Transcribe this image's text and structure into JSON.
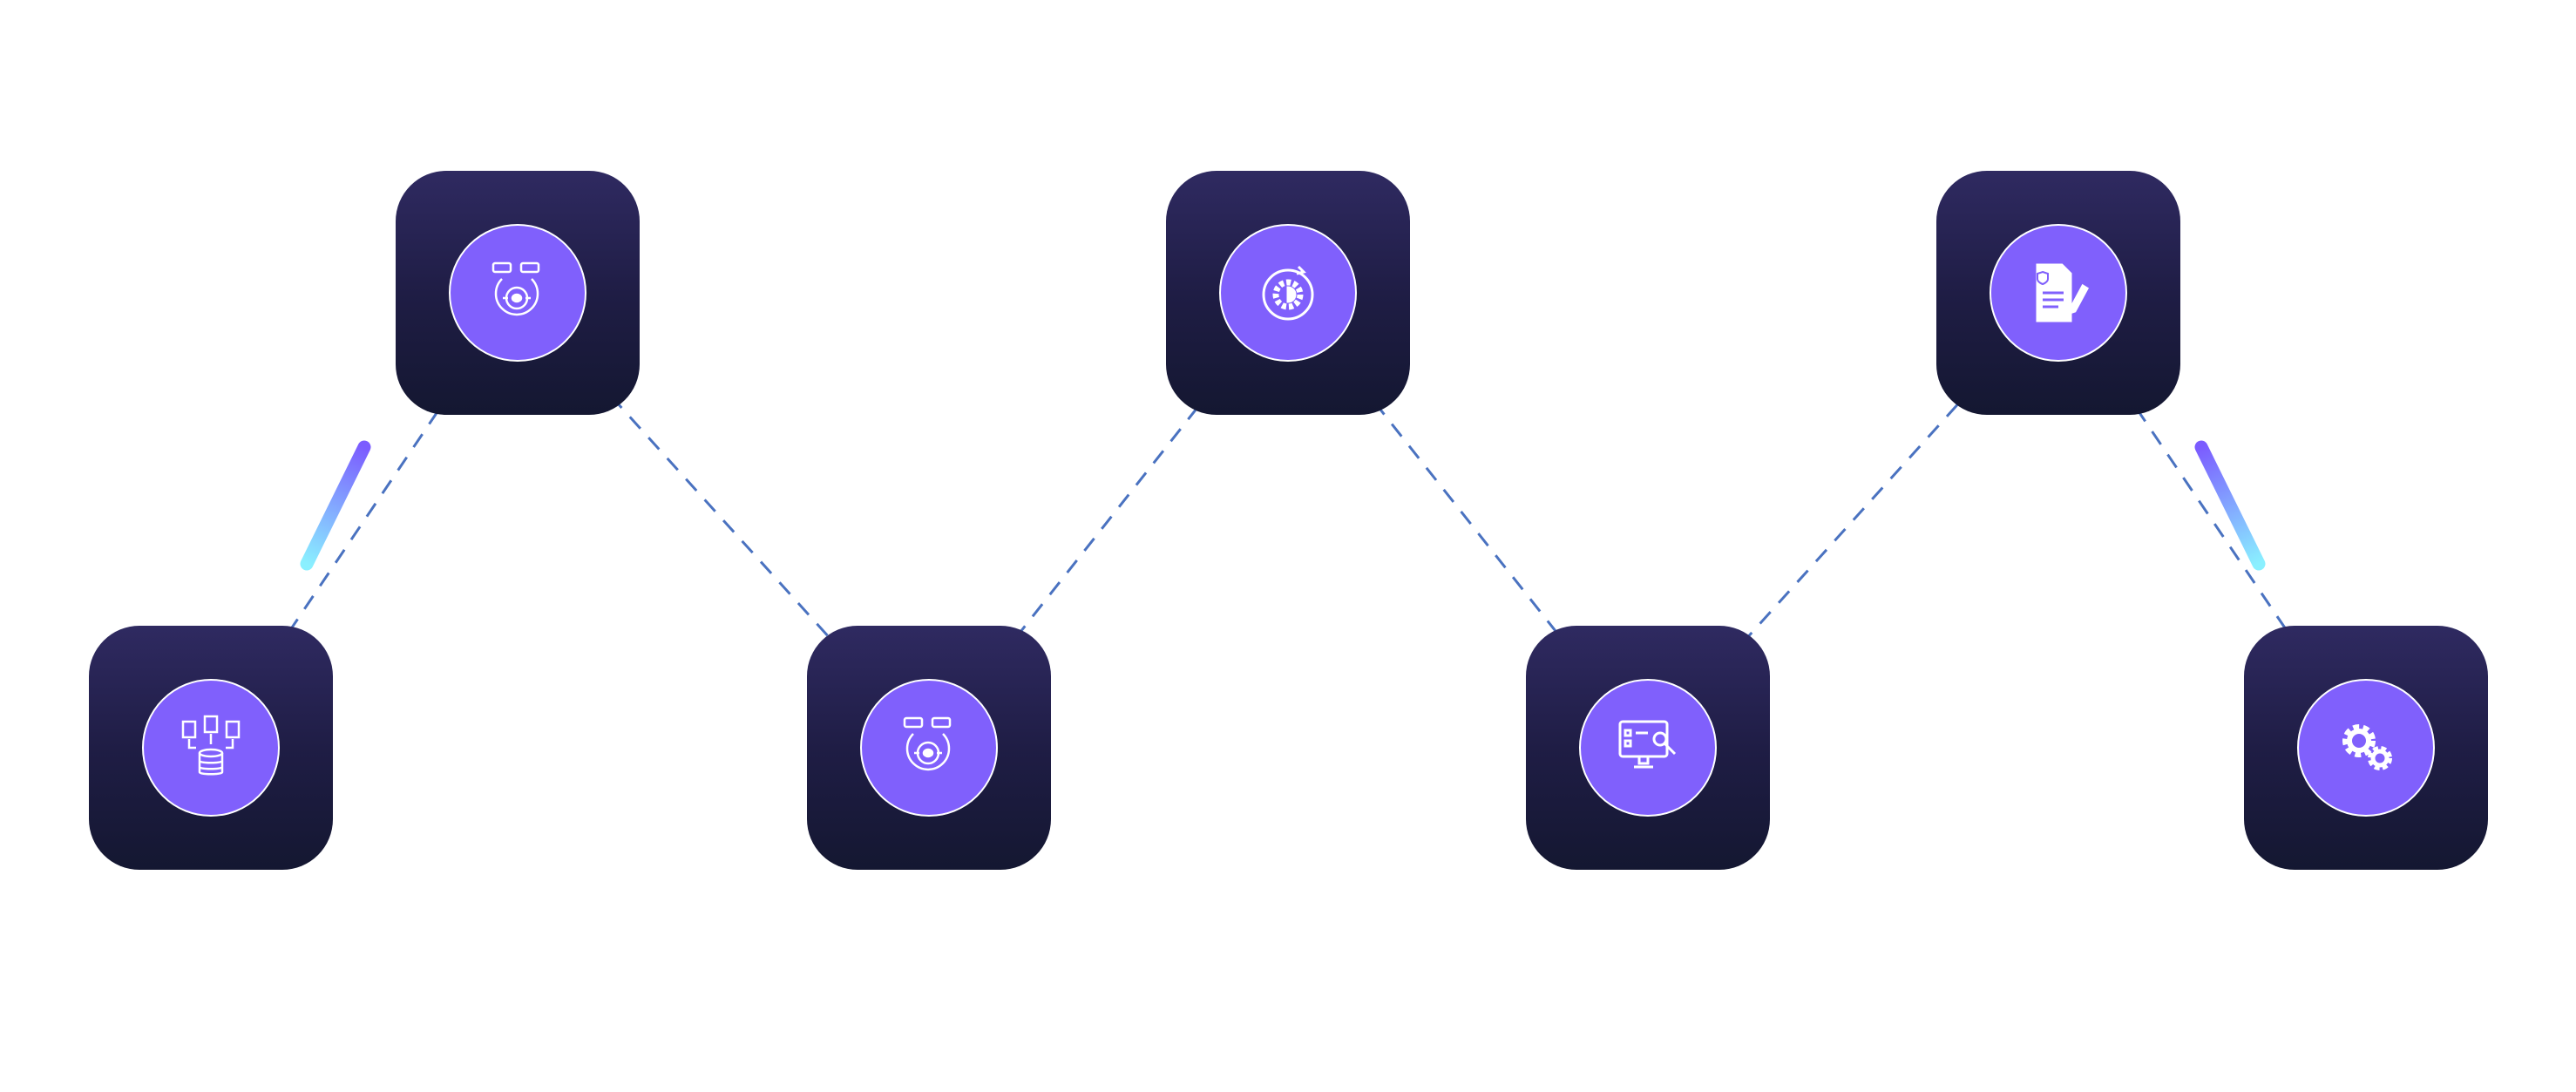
{
  "colors": {
    "node_top": "#2f2a61",
    "node_bottom": "#141731",
    "circle_fill": "#8060fc",
    "dash_line": "#4a72c0",
    "accent_start": "#7b5cff",
    "accent_end": "#8af0ff"
  },
  "nodes": [
    {
      "icon": "documents-to-database-icon",
      "row": "bottom"
    },
    {
      "icon": "ai-brain-cycle-icon",
      "row": "top"
    },
    {
      "icon": "ai-brain-cycle-icon",
      "row": "bottom"
    },
    {
      "icon": "gear-refresh-icon",
      "row": "top"
    },
    {
      "icon": "monitor-search-icon",
      "row": "bottom"
    },
    {
      "icon": "document-edit-shield-icon",
      "row": "top"
    },
    {
      "icon": "gears-icon",
      "row": "bottom"
    }
  ],
  "accent_segments": [
    "link-1-2",
    "link-6-7"
  ]
}
